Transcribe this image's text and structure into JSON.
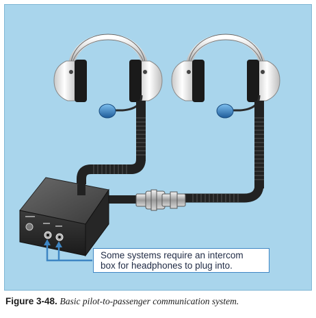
{
  "callout": {
    "line1": "Some systems require an intercom",
    "line2": "box for headphones to plug into."
  },
  "caption": {
    "label": "Figure 3-48.",
    "text": "Basic pilot-to-passenger communication system."
  },
  "colors": {
    "panel_bg": "#a9d5ec",
    "callout_border": "#3e86c4",
    "arrow": "#3e86c4",
    "cord": "#1c1c1c",
    "earcup_shell": "#f1f1f1",
    "mic": "#3a86c8",
    "box": "#2f2f2f"
  },
  "icons": [
    "headset-left-icon",
    "headset-right-icon",
    "intercom-box-icon",
    "inline-connector-icon",
    "callout-arrow-icon"
  ]
}
